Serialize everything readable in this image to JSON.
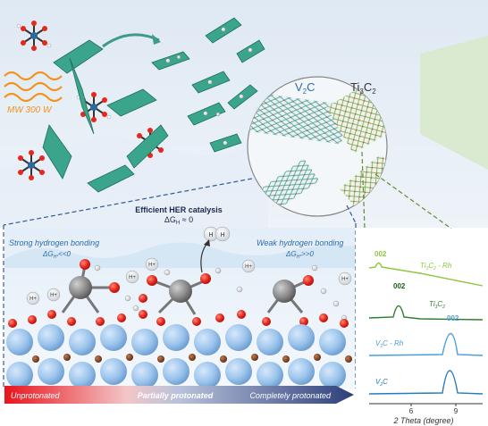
{
  "top": {
    "mw_label": "MW 300 W"
  },
  "circle": {
    "left_label": "V",
    "left_sub": "2",
    "left_label_tail": "C",
    "right_label": "Ti",
    "right_sub1": "3",
    "right_mid": "C",
    "right_sub2": "2"
  },
  "catalysis": {
    "title": "Efficient HER catalysis",
    "dg": "ΔG",
    "dg_sub": "H",
    "dg_tail": " ≈ 0",
    "strong": "Strong hydrogen bonding",
    "strong_dg": "ΔG",
    "strong_sub": "H*",
    "strong_tail": "<<0",
    "weak": "Weak hydrogen bonding",
    "weak_dg": "ΔG",
    "weak_sub": "H*",
    "weak_tail": ">>0",
    "h_plus": "H+",
    "h2_left": "H",
    "h2_right": "H"
  },
  "gradient_bar": {
    "left": "Unprotonated",
    "middle": "Partially protonated",
    "right": "Completely protonated"
  },
  "xrd": {
    "peak_label_top": "002",
    "peak_label_ti": "002",
    "peak_label_v": "002",
    "curve_ti_rh": "Ti",
    "curve_ti_rh_sub1": "3",
    "curve_ti_rh_mid": "C",
    "curve_ti_rh_sub2": "2",
    "curve_ti_rh_tail": " - Rh",
    "curve_ti": "Ti",
    "curve_ti_sub1": "3",
    "curve_ti_mid": "C",
    "curve_ti_sub2": "2",
    "curve_v_rh": "V",
    "curve_v_rh_sub": "2",
    "curve_v_rh_tail": "C - Rh",
    "curve_v": "V",
    "curve_v_sub": "2",
    "curve_v_tail": "C",
    "tick_6": "6",
    "tick_9": "9",
    "xlabel": "2 Theta (degree)"
  },
  "colors": {
    "green_light": "#8cc63f",
    "green_dark": "#2e7d32",
    "blue_curve": "#4a9ed8",
    "blue_dark": "#2a7ab8",
    "sheet": "#3aa58b",
    "sphere": "#9cc4ec",
    "oxygen": "#e8261c",
    "carbon": "#7a3b1f",
    "metal": "#8a8a8a"
  }
}
